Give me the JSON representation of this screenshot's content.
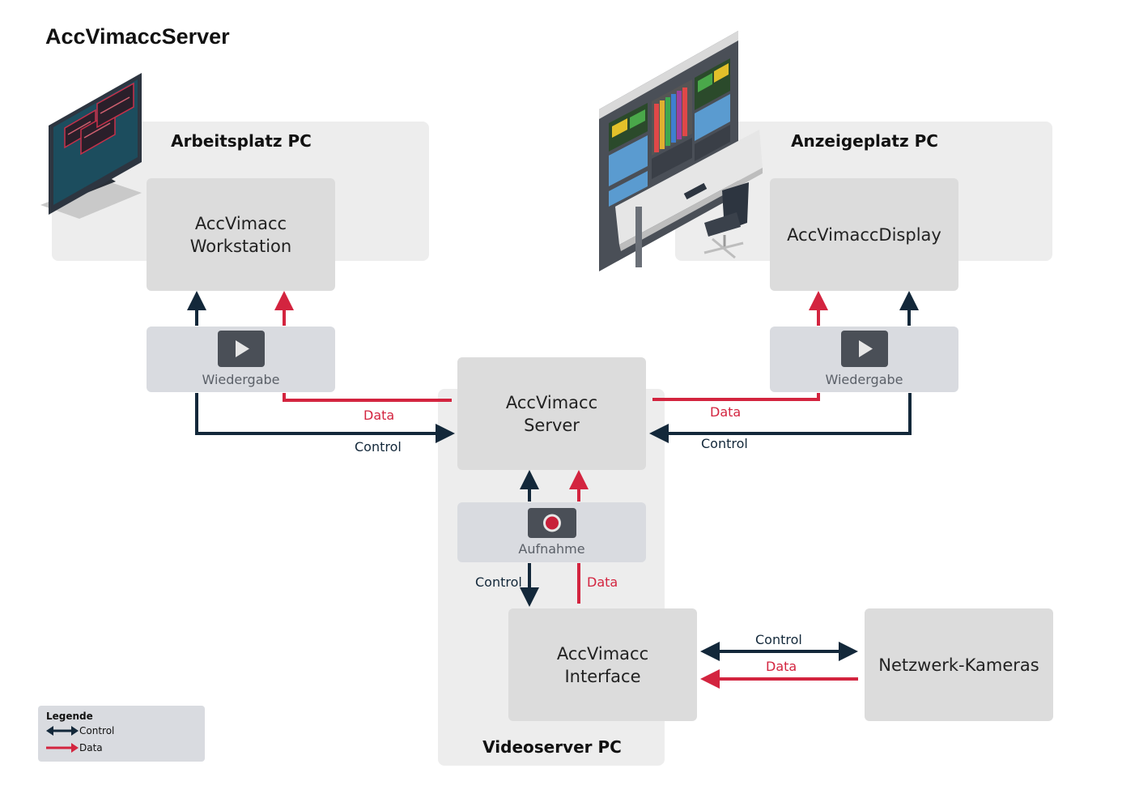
{
  "title": "AccVimaccServer",
  "panels": {
    "arbeitsplatz": "Arbeitsplatz PC",
    "anzeigeplatz": "Anzeigeplatz PC",
    "videoserver": "Videoserver PC"
  },
  "boxes": {
    "workstation": "AccVimacc\nWorkstation",
    "display": "AccVimaccDisplay",
    "server": "AccVimacc\nServer",
    "interface": "AccVimacc\nInterface",
    "cameras": "Netzwerk-Kameras"
  },
  "modules": {
    "wiedergabe_left": "Wiedergabe",
    "wiedergabe_right": "Wiedergabe",
    "aufnahme": "Aufnahme"
  },
  "labels": {
    "data_left": "Data",
    "control_left": "Control",
    "data_right": "Data",
    "control_right": "Control",
    "control_aufnahme": "Control",
    "data_aufnahme": "Data",
    "control_cameras": "Control",
    "data_cameras": "Data"
  },
  "legend": {
    "title": "Legende",
    "control": "Control",
    "data": "Data"
  },
  "colors": {
    "control": "#13283a",
    "data": "#d3243f",
    "panel": "#ededed",
    "box": "#dcdcdc",
    "module": "#d9dbe0"
  }
}
